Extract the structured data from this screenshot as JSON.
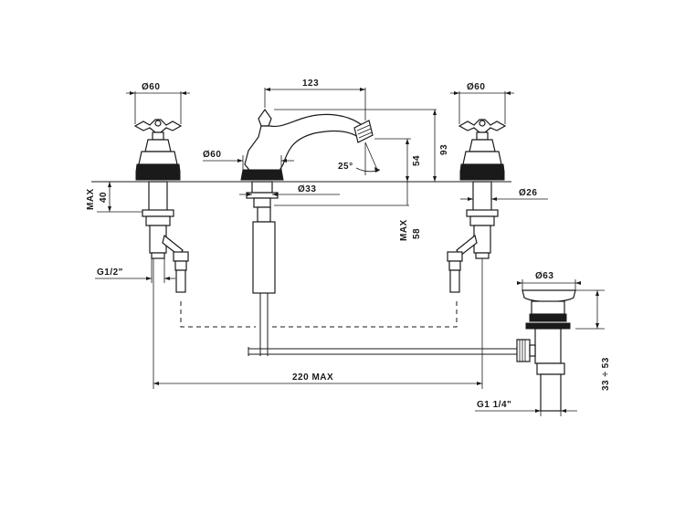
{
  "dimensions": {
    "left_handle_dia": "Ø60",
    "right_handle_dia": "Ø60",
    "spout_reach": "123",
    "spout_base_dia": "Ø60",
    "spout_height": "93",
    "outlet_height": "54",
    "spout_angle": "25°",
    "spout_hole_dia": "Ø33",
    "valve_hole_dia": "Ø26",
    "deck_thickness": "40",
    "deck_thickness_max": "MAX",
    "spout_shank_max": "58",
    "spout_shank_max_label": "MAX",
    "inlet_thread": "G1/2\"",
    "centers_max": "220 MAX",
    "waste_dia": "Ø63",
    "waste_range": "33 ÷ 53",
    "waste_thread": "G1 1/4\""
  },
  "colors": {
    "ink": "#1a1a1a",
    "background": "#ffffff"
  }
}
